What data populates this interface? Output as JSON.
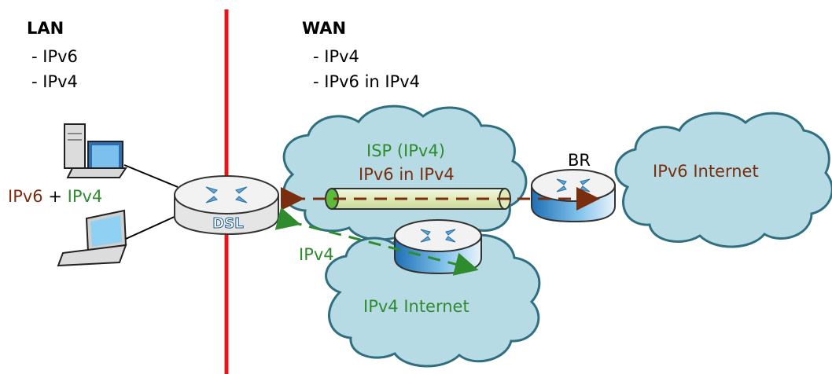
{
  "lan": {
    "title": "LAN",
    "items": [
      "- IPv6",
      "- IPv4"
    ]
  },
  "wan": {
    "title": "WAN",
    "items": [
      "- IPv4",
      "- IPv6 in IPv4"
    ]
  },
  "lan_protocols": {
    "ipv6": "IPv6",
    "plus": "+",
    "ipv4": "IPv4"
  },
  "router_label": "DSL",
  "isp_cloud": {
    "line1": "ISP (IPv4)",
    "line2": "IPv6 in IPv4"
  },
  "br_label": "BR",
  "ipv6_internet": "IPv6 Internet",
  "ipv4_internet": "IPv4 Internet",
  "ipv4_link_label": "IPv4",
  "colors": {
    "divider": "#e8141b",
    "ipv6_text": "#7a2e0e",
    "ipv4_text": "#2e8b2e",
    "cloud_fill": "#b7dbe4",
    "cloud_stroke": "#2f6f80",
    "tunnel_fill": "#e6efc9",
    "router_blue": "#2d7fc1"
  }
}
